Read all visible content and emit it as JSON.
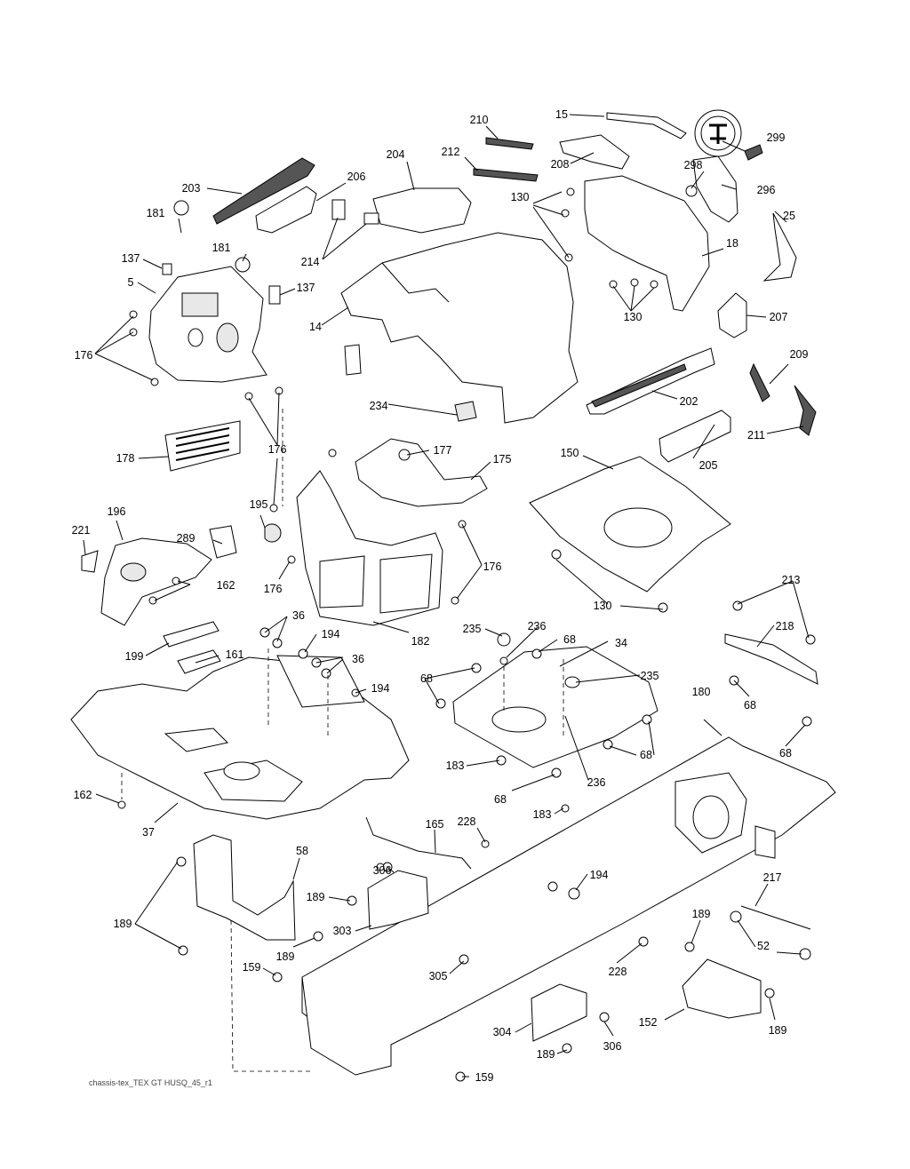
{
  "footer_caption": "chassis-tex_TEX GT HUSQ_45_r1",
  "callouts": {
    "c15": "15",
    "c210": "210",
    "c299": "299",
    "c212": "212",
    "c208": "208",
    "c204": "204",
    "c298": "298",
    "c296": "296",
    "c203": "203",
    "c206": "206",
    "c181a": "181",
    "c25": "25",
    "c130a": "130",
    "c18": "18",
    "c214": "214",
    "c181b": "181",
    "c137a": "137",
    "c137b": "137",
    "c5": "5",
    "c14": "14",
    "c130b": "130",
    "c207": "207",
    "c176a": "176",
    "c209": "209",
    "c234": "234",
    "c202": "202",
    "c211": "211",
    "c178": "178",
    "c176b": "176",
    "c177": "177",
    "c175": "175",
    "c150": "150",
    "c205": "205",
    "c196": "196",
    "c195": "195",
    "c221": "221",
    "c289": "289",
    "c176c": "176",
    "c176d": "176",
    "c162a": "162",
    "c130c": "130",
    "c213": "213",
    "c36a": "36",
    "c235a": "235",
    "c236a": "236",
    "c68a": "68",
    "c218": "218",
    "c194a": "194",
    "c182": "182",
    "c34": "34",
    "c199": "199",
    "c161": "161",
    "c36b": "36",
    "c68b": "68",
    "c235b": "235",
    "c194b": "194",
    "c68c": "68",
    "c180": "180",
    "c68d": "68",
    "c183a": "183",
    "c68e": "68",
    "c236b": "236",
    "c162b": "162",
    "c68f": "68",
    "c183b": "183",
    "c37": "37",
    "c165": "165",
    "c228a": "228",
    "c58": "58",
    "c306a": "306",
    "c194c": "194",
    "c217": "217",
    "c189a": "189",
    "c303": "303",
    "c189b": "189",
    "c189c": "189",
    "c52": "52",
    "c189d": "189",
    "c159a": "159",
    "c305": "305",
    "c228b": "228",
    "c304": "304",
    "c152": "152",
    "c189e": "189",
    "c306b": "306",
    "c189f": "189",
    "c159b": "159"
  }
}
